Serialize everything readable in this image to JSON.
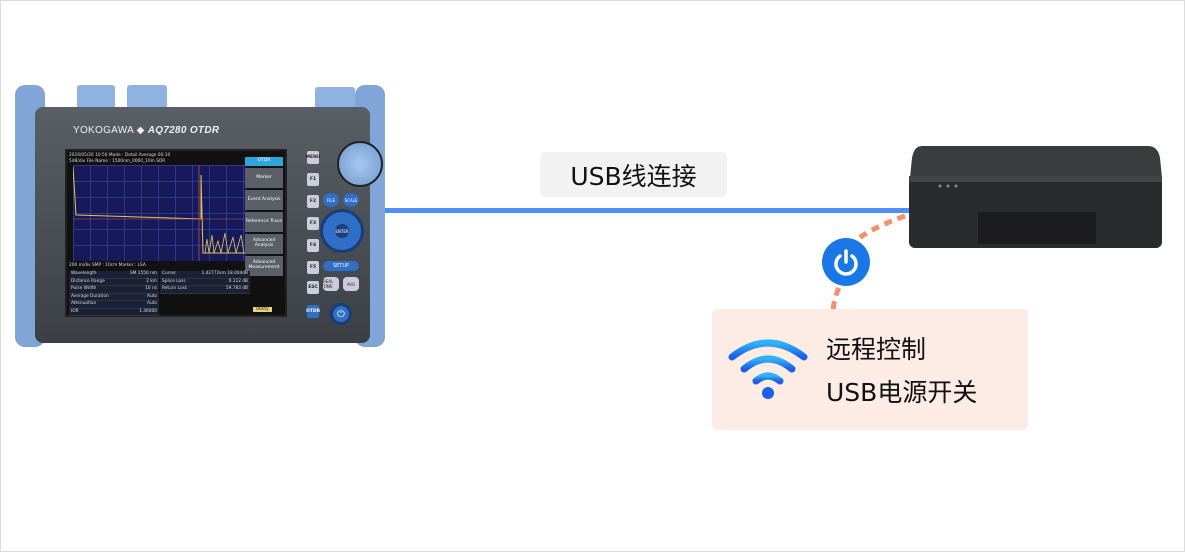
{
  "otdr_device": {
    "brand": "YOKOGAWA",
    "model": "AQ7280 OTDR",
    "screen": {
      "top_bar": "2016/05/26 10:50   Mode : Detail   Average 00:10",
      "file_name": "5dB/div   File Name : 1500nm_0000_10m.SOR",
      "scale_bar": "200 m/div   SMP : 10cm   Marker : LSA",
      "menu": [
        "OTDR",
        "Marker",
        "Event Analysis",
        "Reference Trace",
        "Advanced Analysis",
        "Advanced Measurement"
      ],
      "settings": [
        {
          "label": "Wavelength",
          "value": "SM 1550 nm"
        },
        {
          "label": "Distance Range",
          "value": "2 km"
        },
        {
          "label": "Pulse Width",
          "value": "10 ns"
        },
        {
          "label": "Average Duration",
          "value": "Auto"
        },
        {
          "label": "Attenuation",
          "value": "Auto"
        },
        {
          "label": "IOR",
          "value": "1.46000"
        }
      ],
      "results": [
        {
          "label": "Cursor",
          "value": "1.42771km 18.004dB"
        },
        {
          "label": "Splice Loss",
          "value": "0.112 dB"
        },
        {
          "label": "Return Loss",
          "value": "59.783 dB"
        }
      ],
      "utility": "Utility"
    },
    "buttons": {
      "menu": "MENU",
      "f1": "F1",
      "f2": "F2",
      "f3": "F3",
      "f4": "F4",
      "f5": "F5",
      "file": "FILE",
      "scale": "SCALE",
      "enter": "ENTER",
      "setup": "SETUP",
      "esc": "ESC",
      "avg": "AVG",
      "real_time": "REAL TIME",
      "otdr": "OTDR"
    }
  },
  "connection": {
    "label": "USB线连接",
    "color": "#4f8ef7"
  },
  "remote_card": {
    "line1": "远程控制",
    "line2": "USB电源开关",
    "background": "#fdece6"
  },
  "icons": {
    "power": "power-icon",
    "wifi": "wifi-icon"
  },
  "accent": "#1a78e6",
  "dotted_line_color": "#f4906a"
}
